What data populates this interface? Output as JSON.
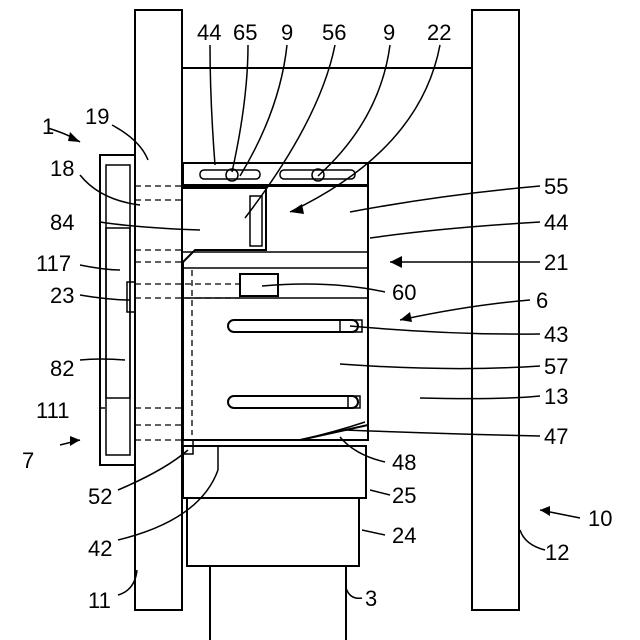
{
  "figure": {
    "labels": {
      "l1": "1",
      "l19": "19",
      "l18": "18",
      "l84": "84",
      "l117": "117",
      "l23": "23",
      "l82": "82",
      "l111": "111",
      "l7": "7",
      "l52": "52",
      "l42": "42",
      "l11": "11",
      "l44a": "44",
      "l65": "65",
      "l9a": "9",
      "l56": "56",
      "l9b": "9",
      "l22": "22",
      "l55": "55",
      "l44b": "44",
      "l21": "21",
      "l60": "60",
      "l6": "6",
      "l43": "43",
      "l57": "57",
      "l13": "13",
      "l47": "47",
      "l48": "48",
      "l25": "25",
      "l24": "24",
      "l10": "10",
      "l12": "12",
      "l3": "3"
    }
  }
}
